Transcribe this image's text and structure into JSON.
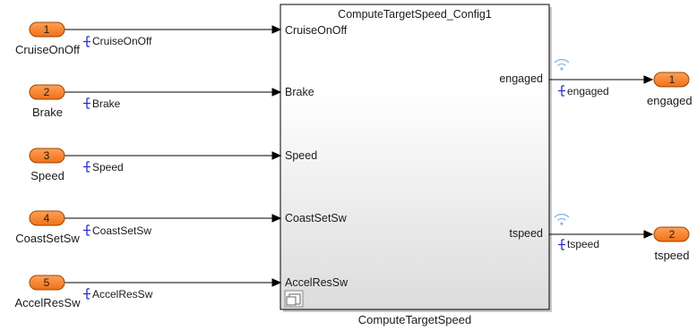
{
  "subsystem": {
    "header_title": "ComputeTargetSpeed_Config1",
    "caption": "ComputeTargetSpeed",
    "inputs": [
      "CruiseOnOff",
      "Brake",
      "Speed",
      "CoastSetSw",
      "AccelResSw"
    ],
    "outputs": [
      "engaged",
      "tspeed"
    ]
  },
  "inports": [
    {
      "number": "1",
      "name": "CruiseOnOff",
      "signal": "CruiseOnOff"
    },
    {
      "number": "2",
      "name": "Brake",
      "signal": "Brake"
    },
    {
      "number": "3",
      "name": "Speed",
      "signal": "Speed"
    },
    {
      "number": "4",
      "name": "CoastSetSw",
      "signal": "CoastSetSw"
    },
    {
      "number": "5",
      "name": "AccelResSw",
      "signal": "AccelResSw"
    }
  ],
  "outports": [
    {
      "number": "1",
      "name": "engaged",
      "signal": "engaged"
    },
    {
      "number": "2",
      "name": "tspeed",
      "signal": "tspeed"
    }
  ],
  "colors": {
    "port_fill": "#f47a20",
    "port_stroke": "#9a4700",
    "signal_icon": "#2a2ad0",
    "wireless_icon": "#8ab6e6",
    "line": "#000000"
  },
  "icons": {
    "signal_label": "signal-object-icon",
    "output_logging": "wireless-logging-icon",
    "subsystem_badge": "subsystem-reference-icon"
  }
}
